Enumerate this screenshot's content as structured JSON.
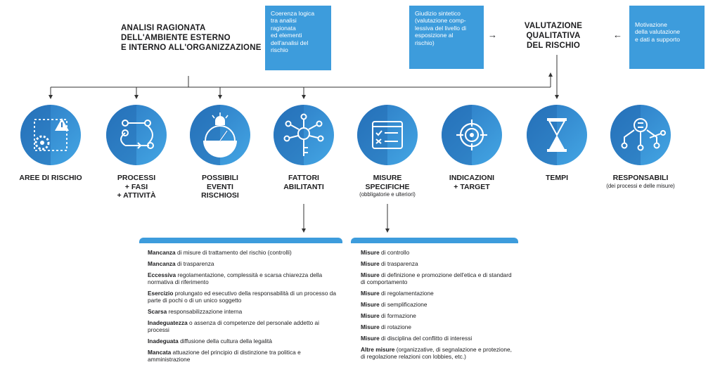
{
  "header": {
    "left_title": [
      "ANALISI RAGIONATA",
      "DELL'AMBIENTE ESTERNO",
      "E INTERNO ALL'ORGANIZZAZIONE"
    ],
    "box_coerenza": [
      "Coerenza logica",
      "tra analisi",
      "ragionata",
      "ed elementi",
      "dell'analisi del",
      "rischio"
    ],
    "box_giudizio": [
      "Giudizio sintetico",
      "(valutazione comp-",
      "lessiva del livello di",
      "esposizione al",
      "rischio)"
    ],
    "center_title": [
      "VALUTAZIONE",
      "QUALITATIVA",
      "DEL RISCHIO"
    ],
    "box_motivazione": [
      "Motivazione",
      "della valutazione",
      "e dati a supporto"
    ],
    "arrow_glyph": "→",
    "arrow_left_glyph": "←"
  },
  "nodes": [
    {
      "label": [
        "AREE DI RISCHIO"
      ],
      "sub": "",
      "icon": "warning-gear-icon"
    },
    {
      "label": [
        "PROCESSI",
        "+ FASI",
        "+ ATTIVITÀ"
      ],
      "sub": "",
      "icon": "process-flow-icon"
    },
    {
      "label": [
        "POSSIBILI",
        "EVENTI",
        "RISCHIOSI"
      ],
      "sub": "",
      "icon": "gauge-alarm-icon"
    },
    {
      "label": [
        "FATTORI",
        "ABILITANTI"
      ],
      "sub": "",
      "icon": "key-network-icon"
    },
    {
      "label": [
        "MISURE",
        "SPECIFICHE"
      ],
      "sub": "(obbligatorie e ulteriori)",
      "icon": "checklist-icon"
    },
    {
      "label": [
        "INDICAZIONI",
        "+ TARGET"
      ],
      "sub": "",
      "icon": "target-icon"
    },
    {
      "label": [
        "TEMPI"
      ],
      "sub": "",
      "icon": "hourglass-icon"
    },
    {
      "label": [
        "RESPONSABILI"
      ],
      "sub": "(dei processi e delle misure)",
      "icon": "org-chart-icon"
    }
  ],
  "fattori_list": [
    {
      "bold": "Mancanza",
      "rest": " di misure di trattamento del rischio (controlli)"
    },
    {
      "bold": "Mancanza",
      "rest": " di trasparenza"
    },
    {
      "bold": "Eccessiva",
      "rest": " regolamentazione, complessità e scarsa chiarezza della normativa di riferimento"
    },
    {
      "bold": "Esercizio",
      "rest": " prolungato ed esecutivo della responsabilità di un processo da parte di pochi o di un unico soggetto"
    },
    {
      "bold": "Scarsa",
      "rest": " responsabilizzazione interna"
    },
    {
      "bold": "Inadeguatezza",
      "rest": " o assenza di competenze del personale addetto ai processi"
    },
    {
      "bold": "Inadeguata",
      "rest": " diffusione della cultura della legalità"
    },
    {
      "bold": "Mancata",
      "rest": " attuazione del principio di distinzione tra politica e amministrazione"
    }
  ],
  "misure_list": [
    {
      "bold": "Misure",
      "rest": " di controllo"
    },
    {
      "bold": "Misure",
      "rest": " di trasparenza"
    },
    {
      "bold": "Misure",
      "rest": " di definizione e promozione dell'etica e di standard di comportamento"
    },
    {
      "bold": "Misure",
      "rest": " di regolamentazione"
    },
    {
      "bold": "Misure",
      "rest": " di semplificazione"
    },
    {
      "bold": "Misure",
      "rest": " di formazione"
    },
    {
      "bold": "Misure",
      "rest": " di rotazione"
    },
    {
      "bold": "Misure",
      "rest": " di disciplina del conflitto di interessi"
    },
    {
      "bold": "Altre misure",
      "rest": " (organizzative, di segnalazione e protezione, di regolazione relazioni con lobbies, etc.)"
    }
  ],
  "colors": {
    "accent": "#3d9cdc",
    "accent_dark": "#1f6fb4",
    "text": "#1d1d1f",
    "line": "#333333"
  }
}
